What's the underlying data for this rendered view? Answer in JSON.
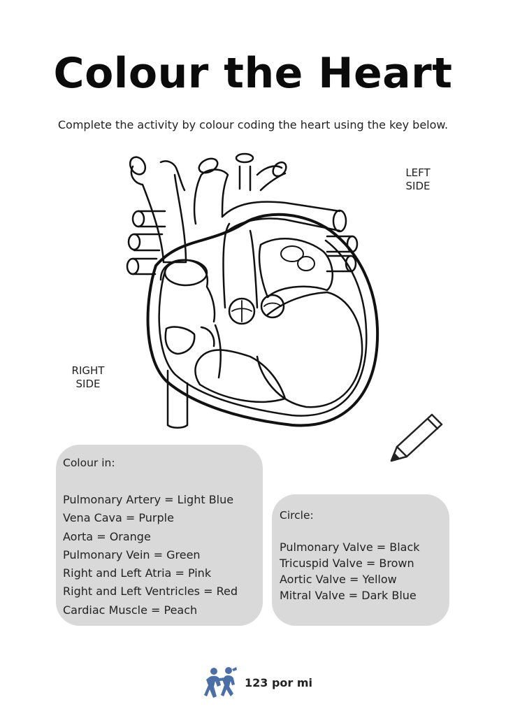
{
  "page": {
    "title": "Colour the Heart",
    "subtitle": "Complete the activity by colour coding the heart using the key below."
  },
  "labels": {
    "left_side": "LEFT SIDE",
    "right_side": "RIGHT SIDE"
  },
  "colour_key": {
    "title": "Colour in:",
    "items": [
      "Pulmonary Artery = Light Blue",
      "Vena Cava = Purple",
      "Aorta = Orange",
      "Pulmonary Vein = Green",
      "Right and Left Atria = Pink",
      "Right and Left Ventricles = Red",
      "Cardiac Muscle = Peach"
    ]
  },
  "circle_key": {
    "title": "Circle:",
    "items": [
      "Pulmonary Valve = Black",
      "Tricuspid Valve = Brown",
      "Aortic Valve = Yellow",
      "Mitral Valve = Dark Blue"
    ]
  },
  "footer": {
    "brand": "123 por mi"
  },
  "colors": {
    "box_background": "#d9d9d9",
    "logo_blue": "#4a6fa8"
  },
  "icons": {
    "illustration": "heart-diagram",
    "pencil": "pencil-icon",
    "logo": "children-running-logo"
  }
}
